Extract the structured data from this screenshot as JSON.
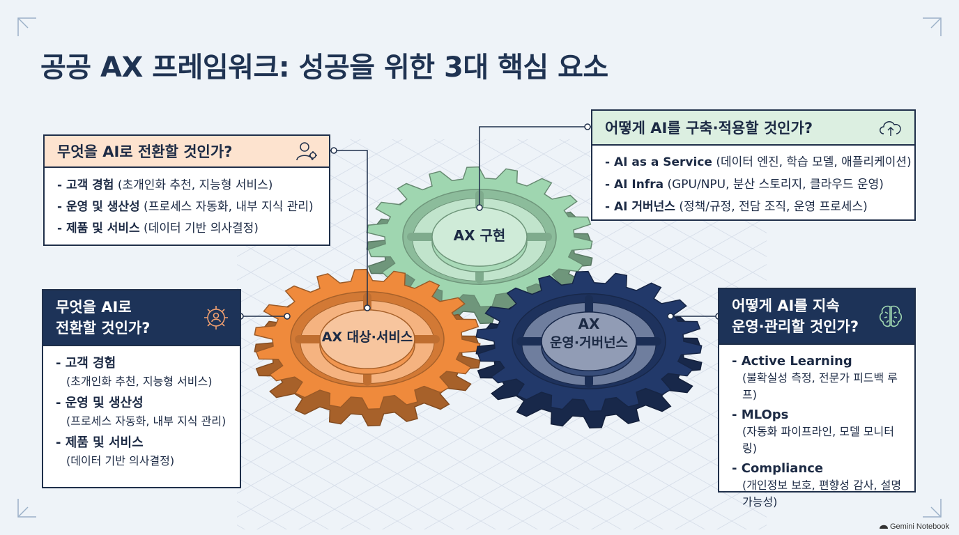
{
  "title": "공공 AX 프레임워크: 성공을 위한 3대 핵심 요소",
  "gears": {
    "implementation": "AX 구현",
    "service": "AX 대상·서비스",
    "governance_line1": "AX",
    "governance_line2": "운영·거버넌스"
  },
  "colors": {
    "service_gear": "#ef8a3c",
    "implementation_gear": "#9fd6b0",
    "governance_gear": "#22396a",
    "dark_header": "#1d3358",
    "peach_header": "#fde3cf",
    "mint_header": "#dcefe1"
  },
  "box_top_left": {
    "heading": "무엇을 AI로 전환할 것인가?",
    "icon": "person-gear-icon",
    "items": [
      {
        "label": "- 고객 경험",
        "detail": " (초개인화 추천, 지능형 서비스)"
      },
      {
        "label": "- 운영 및 생산성",
        "detail": " (프로세스 자동화, 내부 지식 관리)"
      },
      {
        "label": "- 제품 및 서비스",
        "detail": " (데이터 기반 의사결정)"
      }
    ]
  },
  "box_top_right": {
    "heading": "어떻게 AI를 구축·적용할 것인가?",
    "icon": "cloud-upload-icon",
    "items": [
      {
        "label": "- AI as a Service",
        "detail": " (데이터 엔진, 학습 모델, 애플리케이션)"
      },
      {
        "label": "- AI Infra",
        "detail": " (GPU/NPU, 분산 스토리지, 클라우드 운영)"
      },
      {
        "label": "- AI 거버넌스",
        "detail": " (정책/규정, 전담 조직, 운영 프로세스)"
      }
    ]
  },
  "box_bottom_left": {
    "heading_line1": "무엇을 AI로",
    "heading_line2": "전환할 것인가?",
    "icon": "gear-person-icon",
    "items": [
      {
        "label": "- 고객 경험",
        "detail": "(초개인화 추천, 지능형 서비스)"
      },
      {
        "label": "- 운영 및 생산성",
        "detail": "(프로세스 자동화, 내부 지식 관리)"
      },
      {
        "label": "- 제품 및 서비스",
        "detail": "(데이터 기반 의사결정)"
      }
    ]
  },
  "box_bottom_right": {
    "heading_line1": "어떻게 AI를 지속",
    "heading_line2": "운영·관리할 것인가?",
    "icon": "brain-icon",
    "items": [
      {
        "label": "- Active Learning",
        "detail": "(불확실성 측정, 전문가 피드백 루프)"
      },
      {
        "label": "- MLOps",
        "detail": "(자동화 파이프라인, 모델 모니터링)"
      },
      {
        "label": "- Compliance",
        "detail": "(개인정보 보호, 편향성 감사, 설명 가능성)"
      }
    ]
  },
  "watermark": "Gemini Notebook"
}
